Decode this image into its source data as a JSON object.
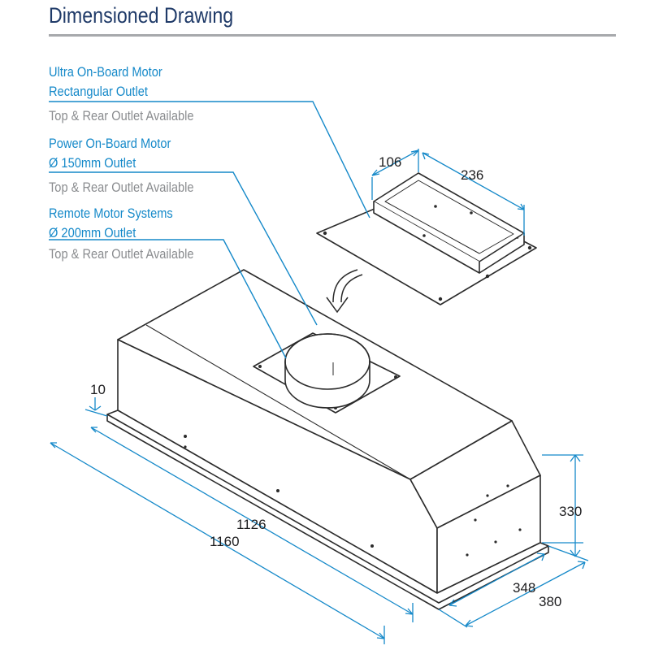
{
  "header": {
    "title": "Dimensioned Drawing"
  },
  "labels": {
    "ultra_line1": "Ultra On-Board Motor",
    "ultra_line2": "Rectangular Outlet",
    "ultra_note": "Top & Rear Outlet Available",
    "power_line1": "Power On-Board Motor",
    "power_line2": "Ø 150mm Outlet",
    "power_note": "Top & Rear Outlet Available",
    "remote_line1": "Remote Motor Systems",
    "remote_line2": "Ø 200mm Outlet",
    "remote_note": "Top & Rear Outlet Available"
  },
  "dimensions": {
    "outlet_depth": "106",
    "outlet_width": "236",
    "rim": "10",
    "inner_length": "1126",
    "outer_length": "1160",
    "height": "330",
    "inner_depth": "348",
    "outer_depth": "380"
  },
  "colors": {
    "title": "#1f3a68",
    "callout": "#1589c9",
    "note": "#8a8c8f",
    "outline": "#2b2b2b",
    "dimension": "#1589c9"
  }
}
